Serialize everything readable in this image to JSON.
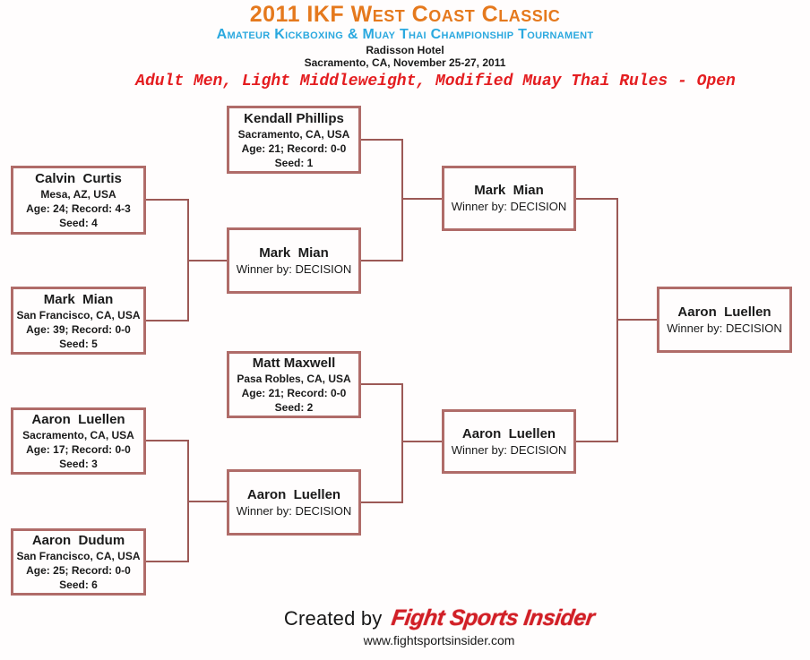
{
  "header": {
    "title": "2011 IKF West Coast Classic",
    "subtitle": "Amateur Kickboxing & Muay Thai Championship Tournament",
    "venue": "Radisson Hotel",
    "location_date": "Sacramento, CA, November 25-27, 2011",
    "division": "Adult Men, Light Middleweight, Modified Muay Thai Rules - Open"
  },
  "colors": {
    "title_orange": "#E5791D",
    "subtitle_cyan": "#2BA9DF",
    "division_red": "#E41D20",
    "box_border": "#B06C69",
    "connector_line": "#9C5956",
    "logo_red": "#D11F26",
    "background": "#FFFDFD",
    "text": "#1A1A1A"
  },
  "bracket": {
    "boxes": [
      {
        "name": "Kendall Phillips",
        "location": "Sacramento, CA, USA",
        "age_record": "Age: 21; Record: 0-0",
        "seed": "Seed: 1"
      },
      {
        "name": "Calvin  Curtis",
        "location": "Mesa, AZ, USA",
        "age_record": "Age: 24; Record: 4-3",
        "seed": "Seed: 4"
      },
      {
        "name": "Mark  Mian",
        "result": "Winner by: DECISION"
      },
      {
        "name": "Mark  Mian",
        "location": "San Francisco, CA, USA",
        "age_record": "Age: 39; Record: 0-0",
        "seed": "Seed: 5"
      },
      {
        "name": "Mark  Mian",
        "result": "Winner by: DECISION"
      },
      {
        "name": "Aaron  Luellen",
        "result": "Winner by: DECISION"
      },
      {
        "name": "Matt Maxwell",
        "location": "Pasa Robles, CA, USA",
        "age_record": "Age: 21; Record: 0-0",
        "seed": "Seed: 2"
      },
      {
        "name": "Aaron  Luellen",
        "location": "Sacramento, CA, USA",
        "age_record": "Age: 17; Record: 0-0",
        "seed": "Seed: 3"
      },
      {
        "name": "Aaron  Luellen",
        "result": "Winner by: DECISION"
      },
      {
        "name": "Aaron  Dudum",
        "location": "San Francisco, CA, USA",
        "age_record": "Age: 25; Record: 0-0",
        "seed": "Seed: 6"
      },
      {
        "name": "Aaron  Luellen",
        "result": "Winner by: DECISION"
      }
    ]
  },
  "footer": {
    "created_by": "Created by",
    "logo": "Fight Sports Insider",
    "website": "www.fightsportsinsider.com"
  }
}
